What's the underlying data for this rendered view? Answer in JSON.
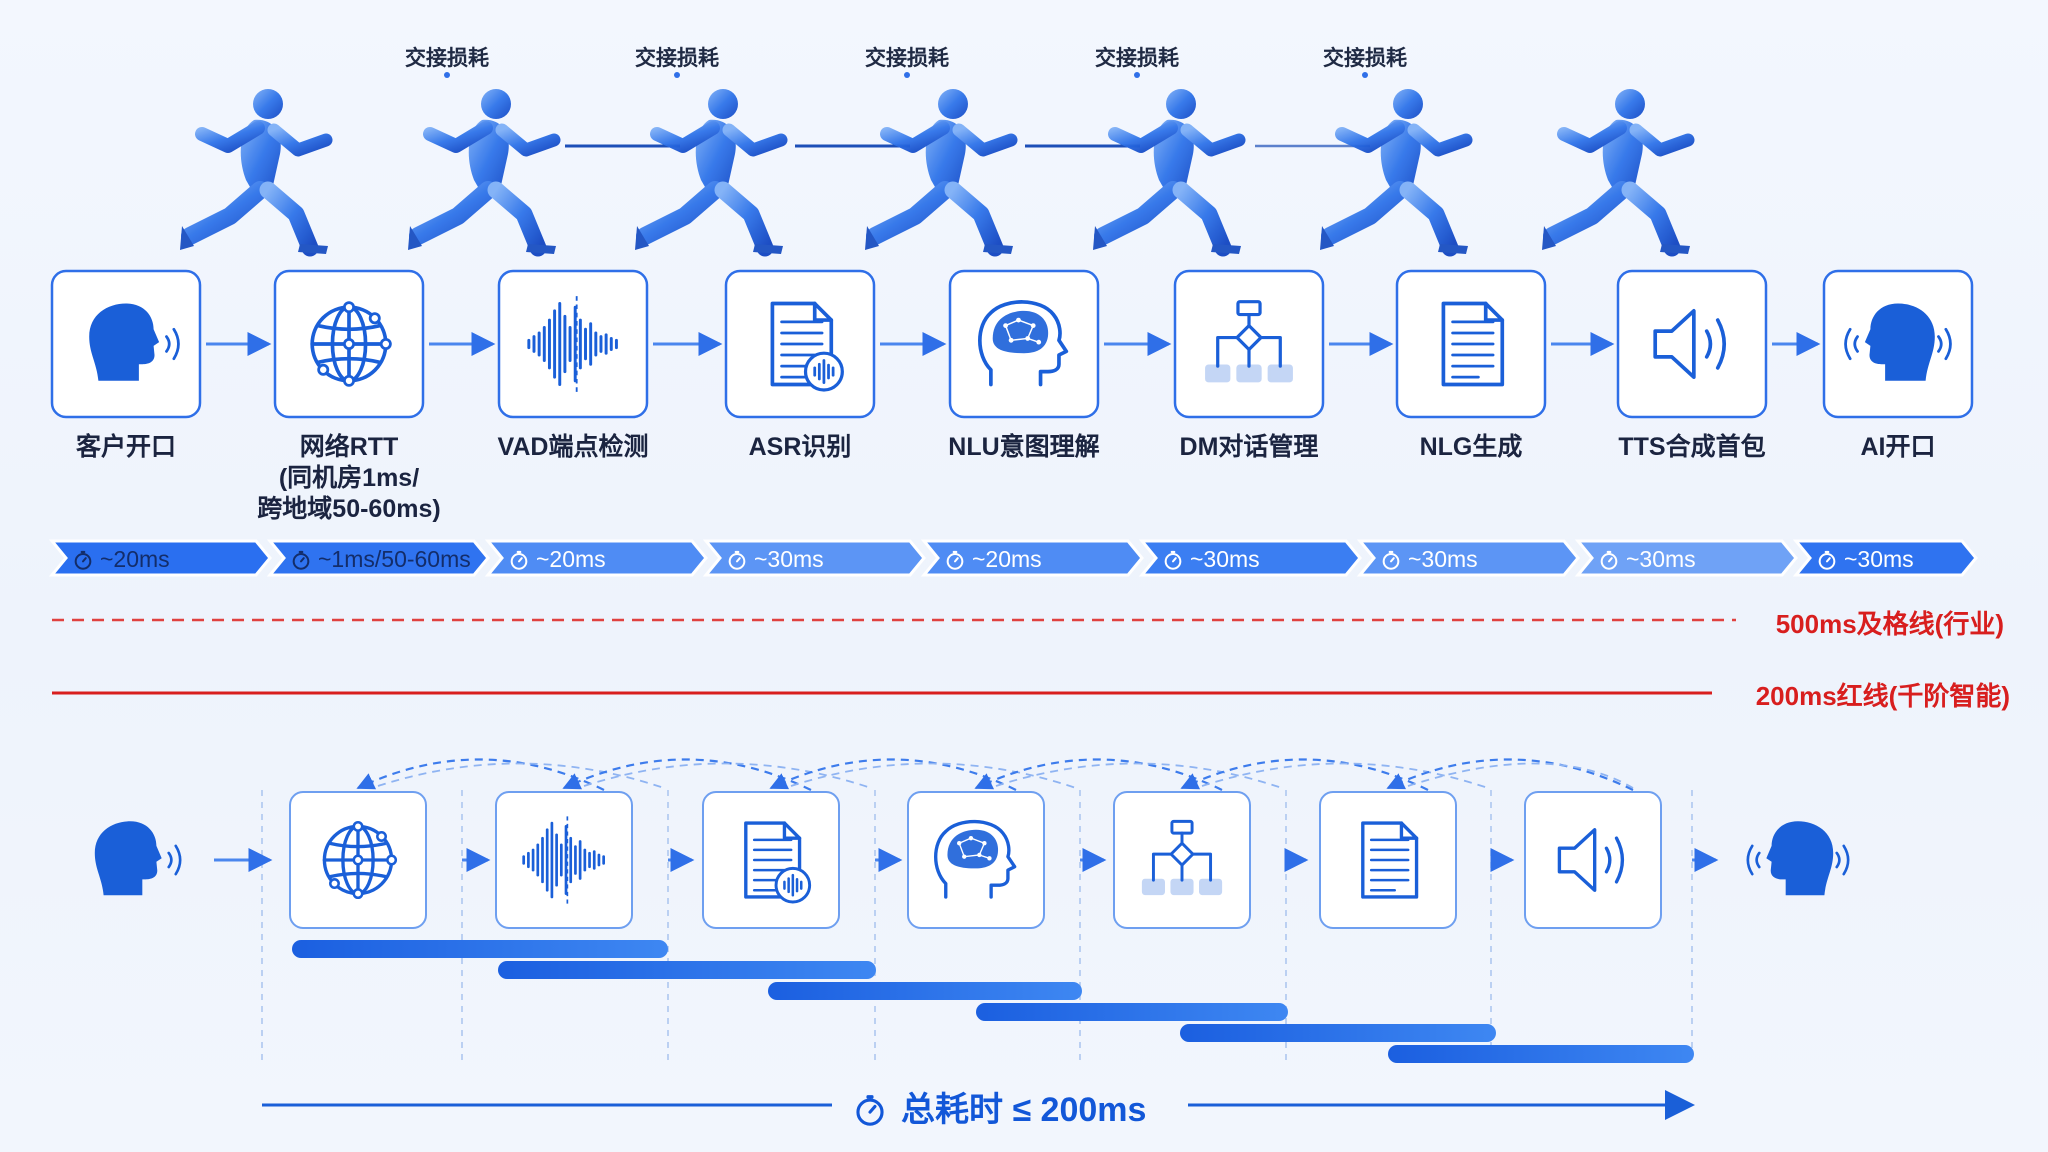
{
  "handoff_label": "交接损耗",
  "stages": [
    {
      "label": "客户开口",
      "time": "~20ms",
      "icon": "speaking-head-icon"
    },
    {
      "label": "网络RTT\n(同机房1ms/\n跨地域50-60ms)",
      "time": "~1ms/50-60ms",
      "icon": "globe-network-icon"
    },
    {
      "label": "VAD端点检测",
      "time": "~20ms",
      "icon": "waveform-icon"
    },
    {
      "label": "ASR识别",
      "time": "~30ms",
      "icon": "document-audio-icon"
    },
    {
      "label": "NLU意图理解",
      "time": "~20ms",
      "icon": "brain-head-icon"
    },
    {
      "label": "DM对话管理",
      "time": "~30ms",
      "icon": "flowchart-icon"
    },
    {
      "label": "NLG生成",
      "time": "~30ms",
      "icon": "document-icon"
    },
    {
      "label": "TTS合成首包",
      "time": "~30ms",
      "icon": "speaker-icon"
    },
    {
      "label": "AI开口",
      "time": "~30ms",
      "icon": "listening-head-icon"
    }
  ],
  "threshold_lines": [
    {
      "label": "500ms及格线(行业)",
      "style": "dashed",
      "color": "#e0413f"
    },
    {
      "label": "200ms红线(千阶智能)",
      "style": "solid",
      "color": "#d81e1e"
    }
  ],
  "parallel_icons": [
    "speaking-head-icon",
    "globe-network-icon",
    "waveform-icon",
    "document-audio-icon",
    "brain-head-icon",
    "flowchart-icon",
    "document-icon",
    "speaker-icon",
    "listening-head-icon"
  ],
  "total_label": "总耗时 ≤ 200ms",
  "colors": {
    "primary": "#1a5fd8",
    "accent": "#2f7bef",
    "light": "#6fa4f4",
    "red": "#d81e1e"
  }
}
